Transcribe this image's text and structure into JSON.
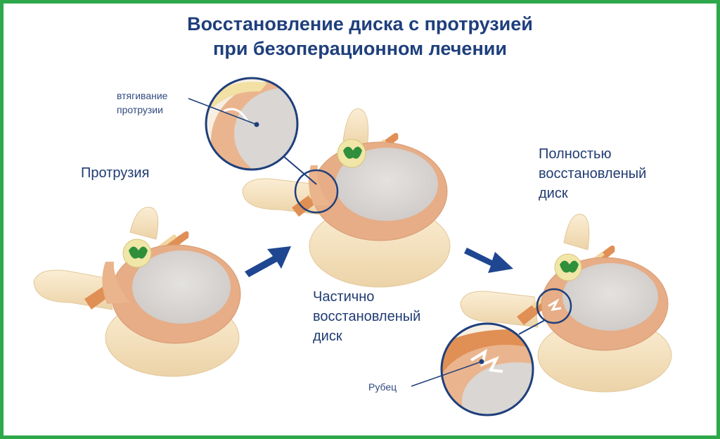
{
  "title": {
    "line1": "Восстановление диска с протрузией",
    "line2": "при безоперационном лечении"
  },
  "labels": {
    "protrusion": "Протрузия",
    "partial_l1": "Частично",
    "partial_l2": "восстановленый",
    "partial_l3": "диск",
    "full_l1": "Полностью",
    "full_l2": "восстановленый",
    "full_l3": "диск",
    "retraction_l1": "втягивание",
    "retraction_l2": "протрузии",
    "scar": "Рубец"
  },
  "colors": {
    "frame": "#2ea84a",
    "title": "#1f3f7c",
    "arrow": "#1f4690",
    "bone": "#f6e4c2",
    "disc_ring": "#eab58e",
    "disc_core": "#d8d6d4",
    "nerve": "#e89a5c",
    "spinal_cord": "#2f8f3a"
  },
  "icons": [
    "arrow-right-icon",
    "arrow-down-right-icon"
  ]
}
